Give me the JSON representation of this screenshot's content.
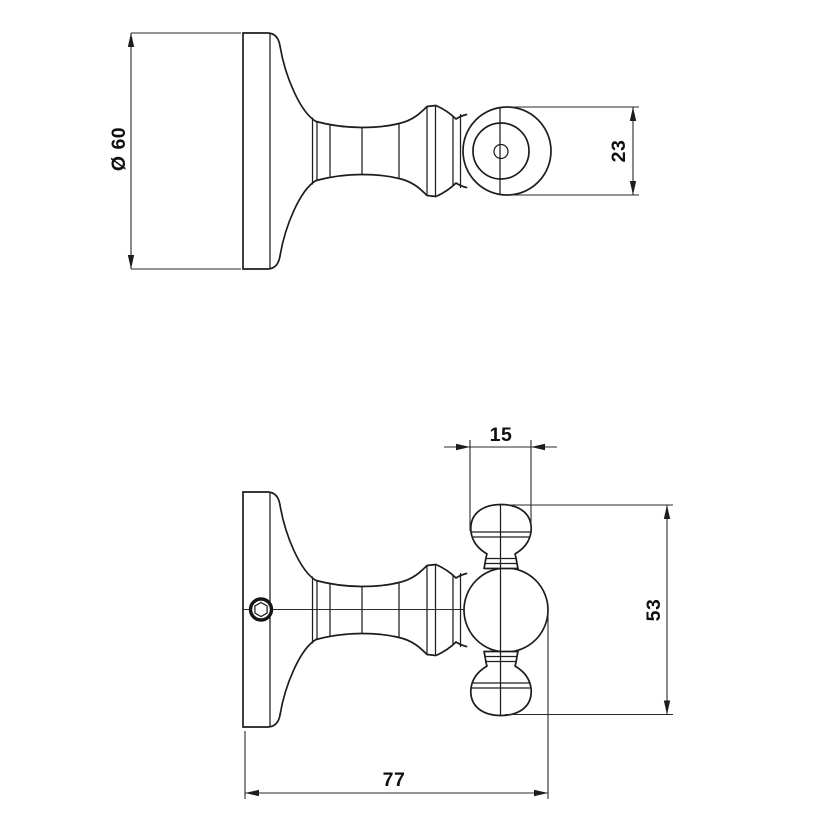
{
  "drawing": {
    "background": "#ffffff",
    "line_color": "#1d1d1d",
    "text_color": "#101010",
    "views": {
      "side_view": {
        "dimensions": {
          "flange_diameter": {
            "label": "Ø 60"
          },
          "knob_diameter": {
            "label": "23"
          }
        }
      },
      "front_view": {
        "dimensions": {
          "finial_width": {
            "label": "15"
          },
          "hook_span": {
            "label": "53"
          },
          "overall_projection": {
            "label": "77"
          }
        }
      }
    }
  }
}
